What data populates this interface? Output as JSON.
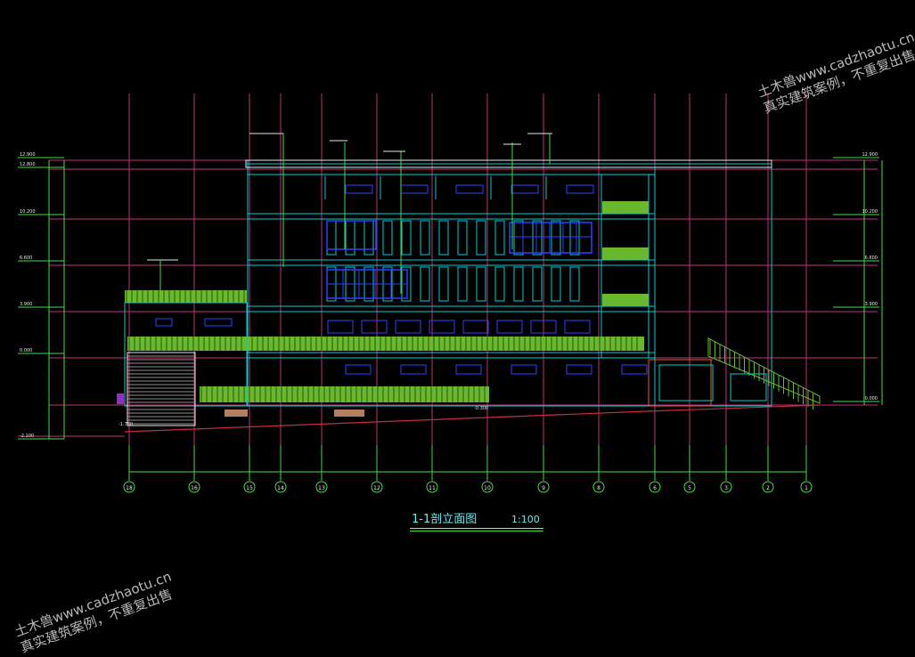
{
  "drawing": {
    "title": "1-1剖立面图",
    "scale": "1:100"
  },
  "watermark": {
    "line1": "土木兽www.cadzhaotu.cn",
    "line2": "真实建筑案例，不重复出售"
  },
  "axes": [
    "18",
    "16",
    "15",
    "14",
    "13",
    "12",
    "11",
    "10",
    "9",
    "8",
    "6",
    "5",
    "3",
    "2",
    "1"
  ],
  "elevations_left": [
    "12.900",
    "12.800",
    "10.200",
    "6.600",
    "3.900",
    "0.000",
    "-2.100"
  ],
  "elevations_right": [
    "12.900",
    "10.200",
    "6.600",
    "3.900",
    "0.000"
  ],
  "ground_marks": [
    "-0.300",
    "-1.750"
  ],
  "colors": {
    "background": "#000000",
    "grid": "#c0307a",
    "building": "#00d0d0",
    "windows": "#3040ff",
    "green": "#6ab82e",
    "dim": "#40e040",
    "white": "#e8e8e8",
    "ground": "#c03040"
  }
}
